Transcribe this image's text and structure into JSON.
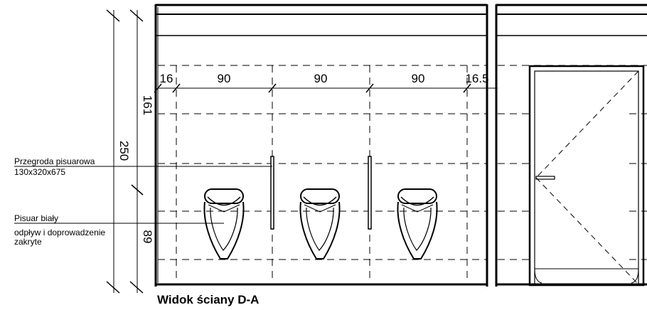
{
  "title": "Widok ściany D-A",
  "dimensions": {
    "horizontal": [
      "16",
      "90",
      "90",
      "90",
      "16.5"
    ],
    "vertical_total": "250",
    "vertical_top": "161",
    "vertical_bottom": "89"
  },
  "labels": {
    "partition": [
      "Przegroda pisuarowa",
      "130x320x675"
    ],
    "urinal": [
      "Pisuar biały",
      "odpływ i doprowadzenie",
      "zakryte"
    ]
  }
}
